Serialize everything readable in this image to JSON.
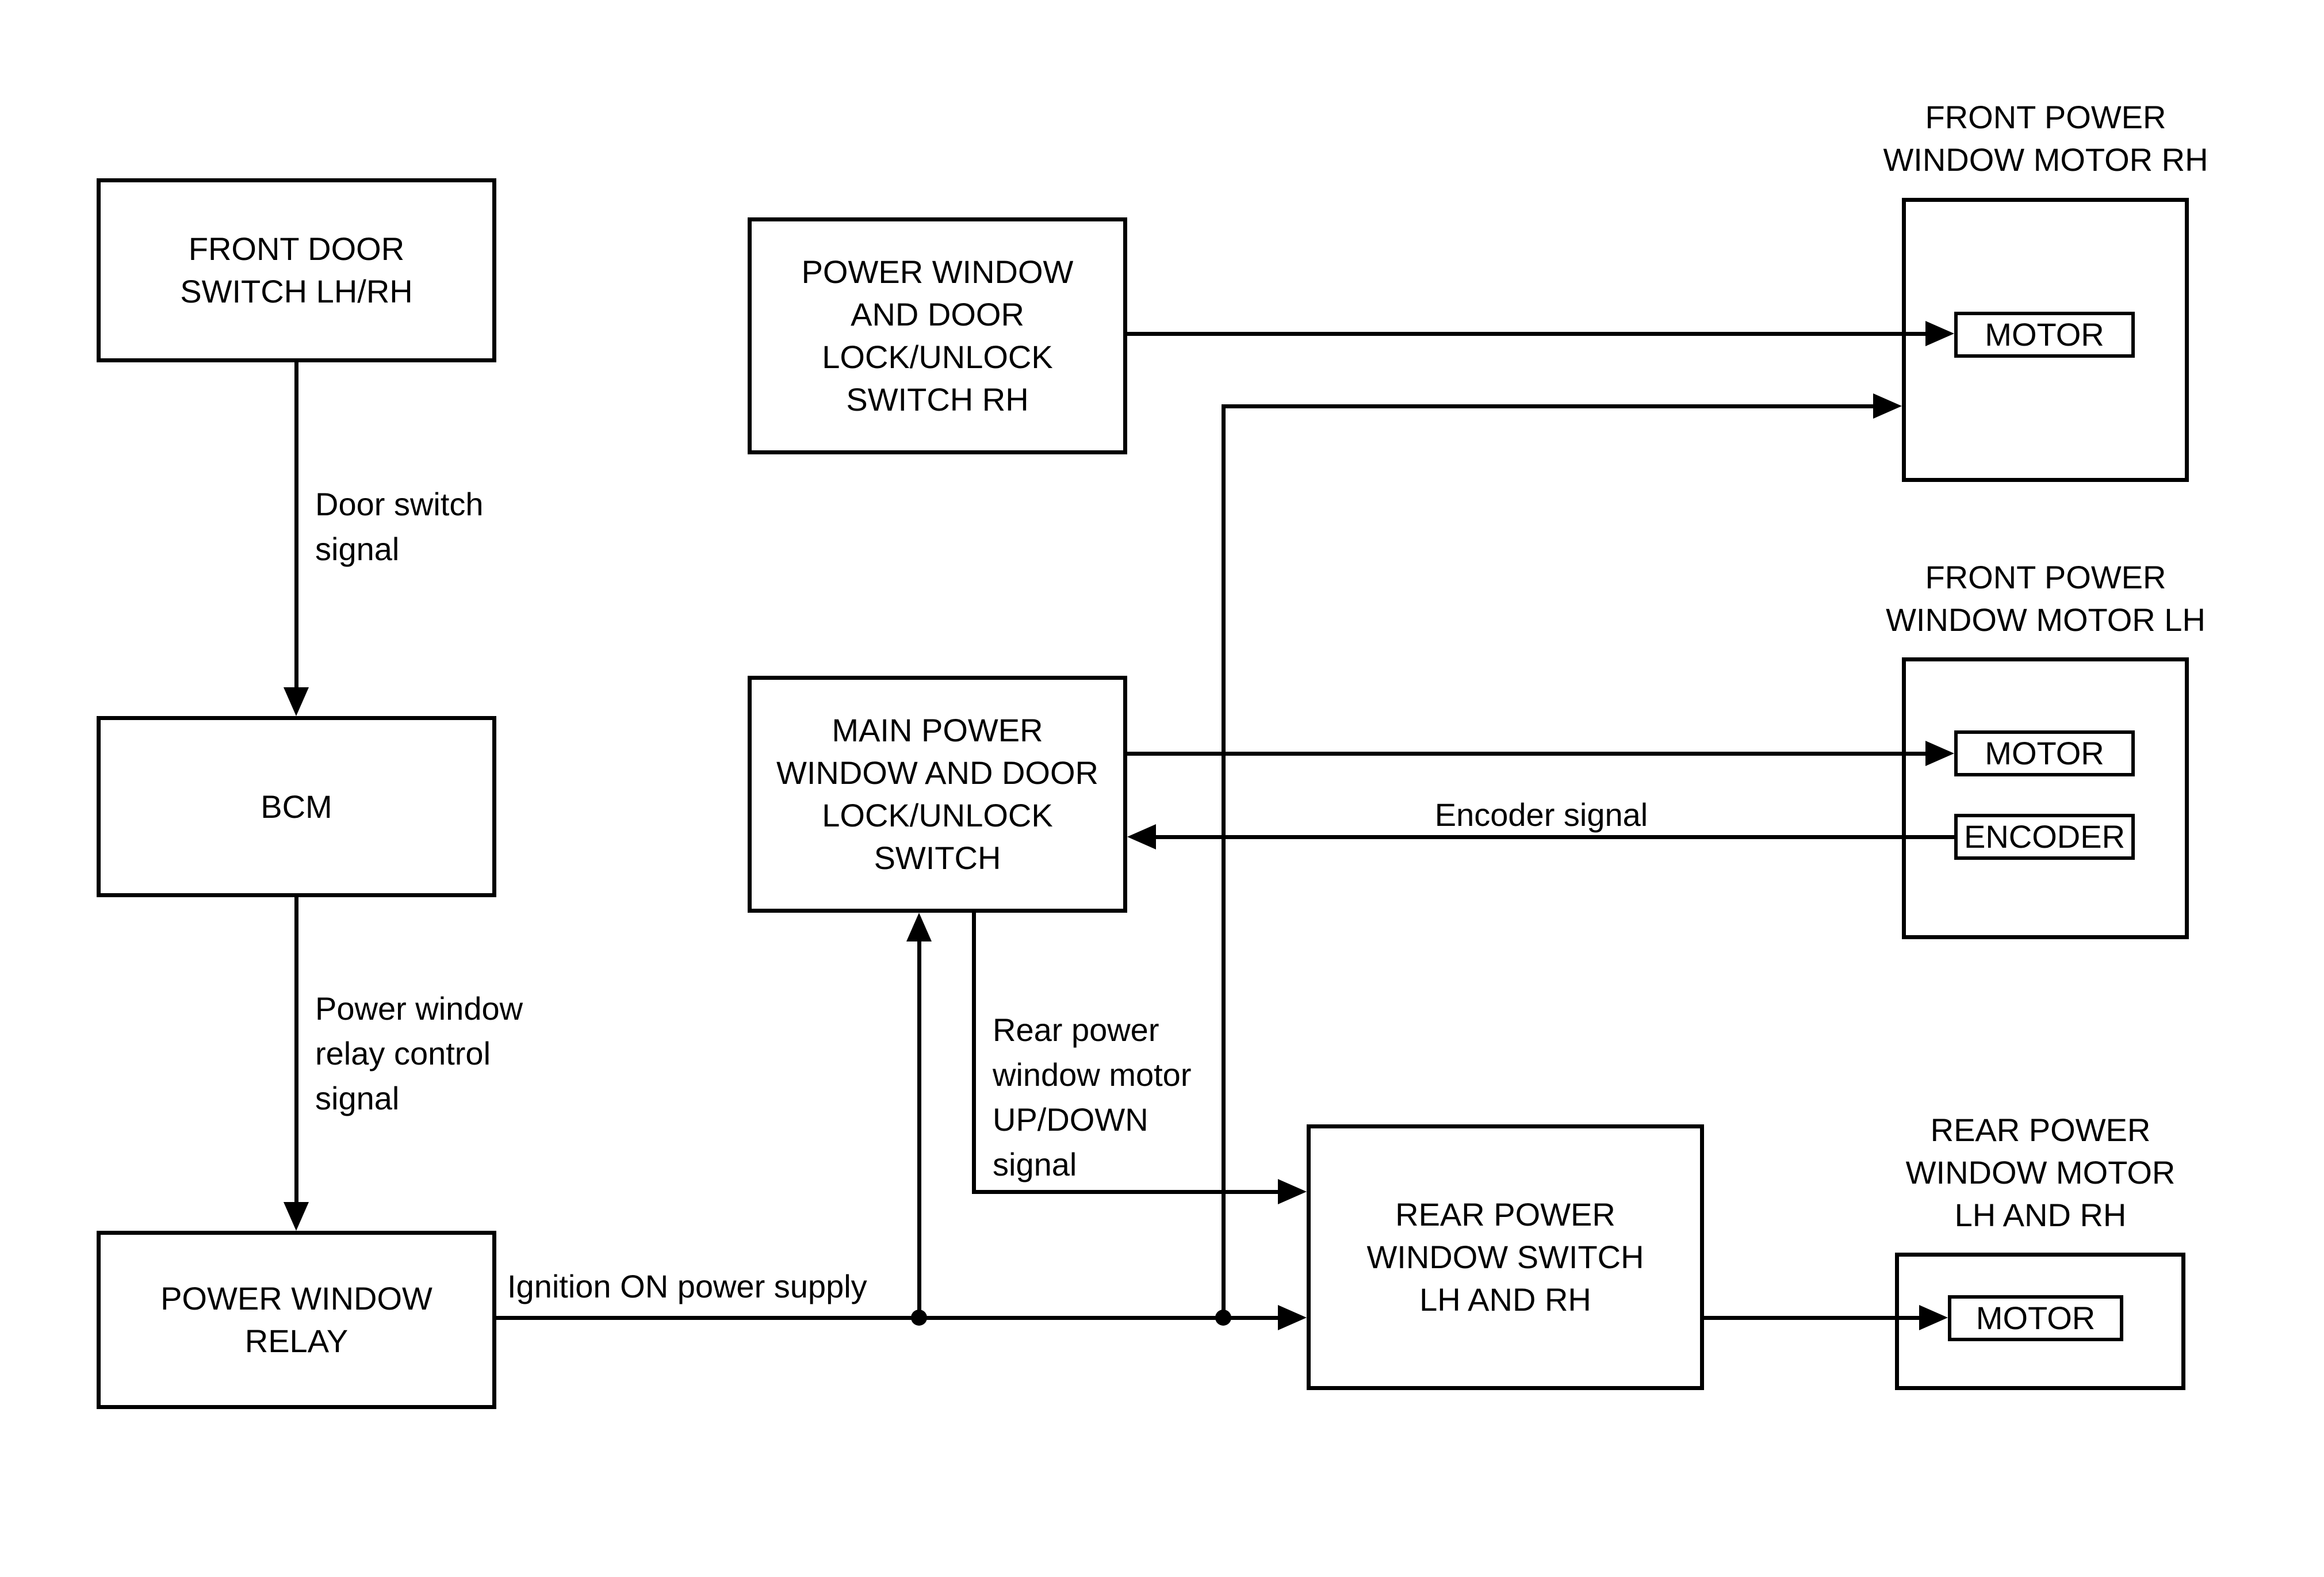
{
  "diagram": {
    "type": "block-diagram",
    "subject": "Power window system",
    "background_color": "#ffffff",
    "line_color": "#000000",
    "nodes": {
      "front_door_switch": {
        "label": "FRONT DOOR\nSWITCH LH/RH"
      },
      "bcm": {
        "label": "BCM"
      },
      "power_window_relay": {
        "label": "POWER WINDOW\nRELAY"
      },
      "pw_door_lock_unlock_switch_rh": {
        "label": "POWER WINDOW\nAND DOOR\nLOCK/UNLOCK\nSWITCH RH"
      },
      "main_pw_door_lock_unlock_switch": {
        "label": "MAIN POWER\nWINDOW AND DOOR\nLOCK/UNLOCK\nSWITCH"
      },
      "rear_pw_switch": {
        "label": "REAR POWER\nWINDOW SWITCH\nLH AND RH"
      },
      "front_pw_motor_rh": {
        "title": "FRONT POWER\nWINDOW MOTOR RH",
        "motor": "MOTOR"
      },
      "front_pw_motor_lh": {
        "title": "FRONT POWER\nWINDOW MOTOR LH",
        "motor": "MOTOR",
        "encoder": "ENCODER"
      },
      "rear_pw_motor": {
        "title": "REAR POWER\nWINDOW MOTOR\nLH AND RH",
        "motor": "MOTOR"
      }
    },
    "signal_labels": {
      "door_switch": "Door switch\nsignal",
      "pw_relay_control": "Power window\nrelay control\nsignal",
      "ignition_on": "Ignition ON power supply",
      "rear_motor_up_down": "Rear power\nwindow motor\nUP/DOWN\nsignal",
      "encoder": "Encoder signal"
    }
  }
}
